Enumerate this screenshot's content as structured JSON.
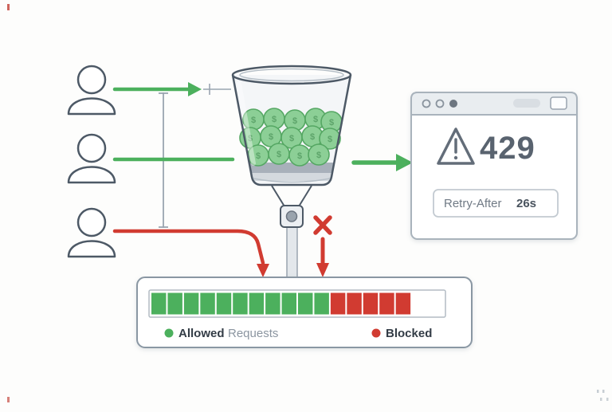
{
  "colors": {
    "green": "#4cb05d",
    "red": "#d13b31",
    "outline": "#4d5966",
    "gray": "#9aa5b0",
    "token_fill": "#8ccf96",
    "token_stroke": "#55a763"
  },
  "error_window": {
    "status_code": "429",
    "retry_label": "Retry-After",
    "retry_value": "26s"
  },
  "legend": {
    "allowed_primary": "Allowed",
    "allowed_secondary": "Requests",
    "blocked": "Blocked"
  },
  "bucket": {
    "token_symbol": "$",
    "token_count": 14
  },
  "rate_bar": {
    "allowed_segments": 11,
    "blocked_segments": 5,
    "empty_segments": 2
  }
}
